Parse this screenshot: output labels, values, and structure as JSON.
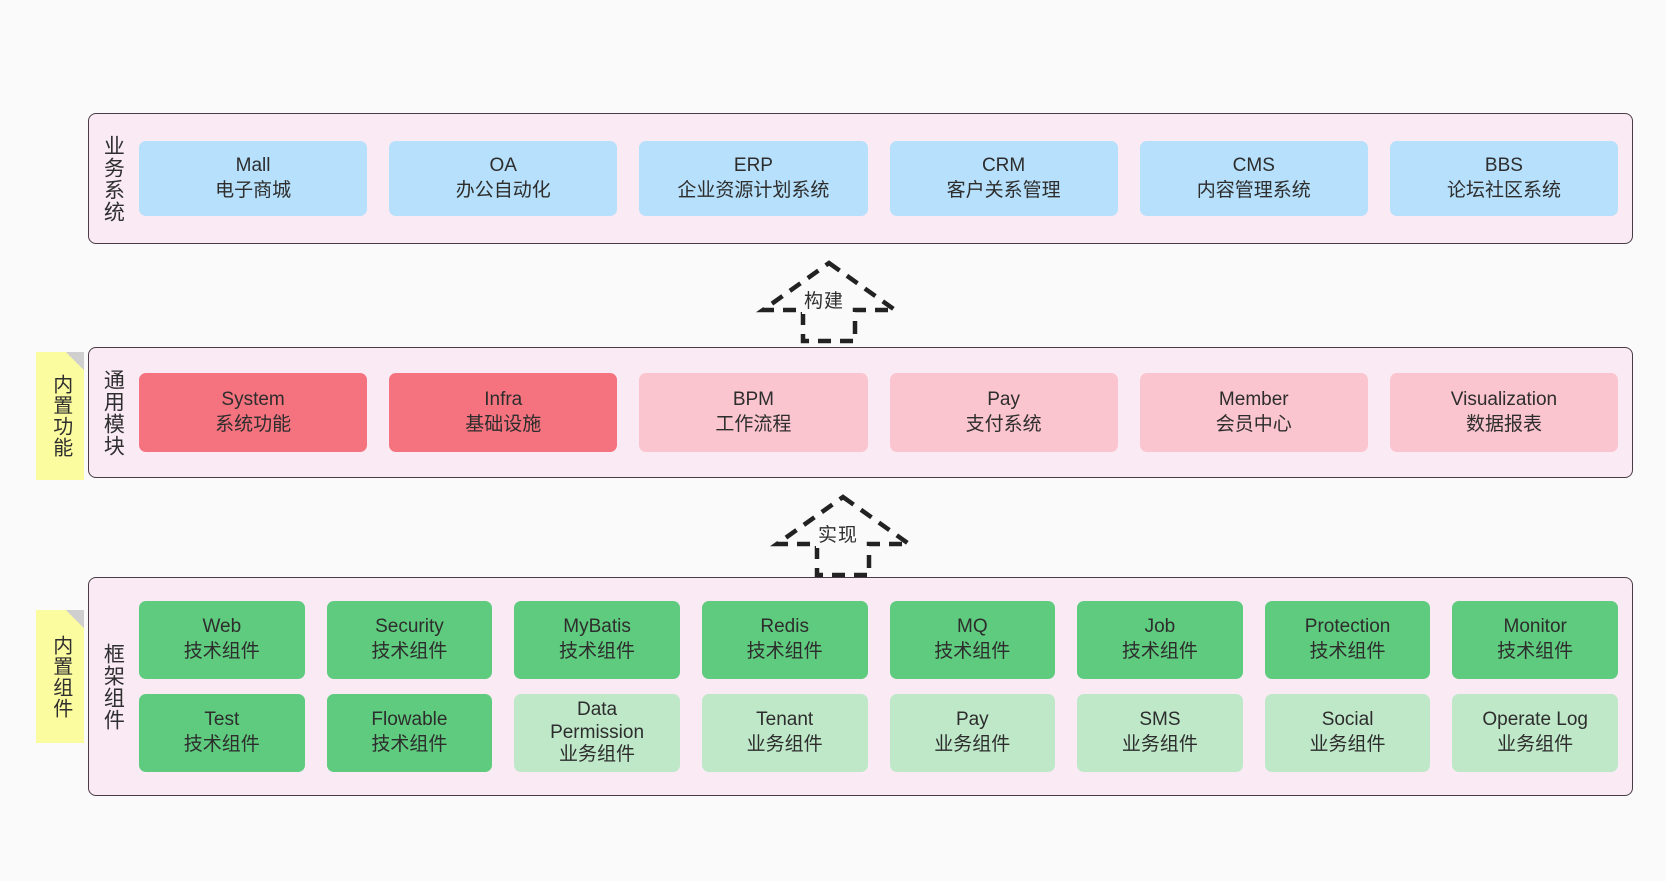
{
  "diagram": {
    "title": "",
    "background": "#fbfafa",
    "colors": {
      "layer_bg": "#f9eaf4",
      "layer_border": "#4a3b46",
      "business_card": "#b6e0fb",
      "module_strong": "#f5737f",
      "module_light": "#fbc5cf",
      "tech_component": "#5ecb7e",
      "biz_component": "#bfe8c9",
      "sticky_note": "#fbfba0",
      "connector": "#222222"
    }
  },
  "layers": [
    {
      "id": "business",
      "title": "业务系统",
      "rows": [
        [
          {
            "name": "Mall",
            "desc": "电子商城"
          },
          {
            "name": "OA",
            "desc": "办公自动化"
          },
          {
            "name": "ERP",
            "desc": "企业资源计划系统"
          },
          {
            "name": "CRM",
            "desc": "客户关系管理"
          },
          {
            "name": "CMS",
            "desc": "内容管理系统"
          },
          {
            "name": "BBS",
            "desc": "论坛社区系统"
          }
        ]
      ]
    },
    {
      "id": "common",
      "title": "通用模块",
      "rows": [
        [
          {
            "name": "System",
            "desc": "系统功能"
          },
          {
            "name": "Infra",
            "desc": "基础设施"
          },
          {
            "name": "BPM",
            "desc": "工作流程"
          },
          {
            "name": "Pay",
            "desc": "支付系统"
          },
          {
            "name": "Member",
            "desc": "会员中心"
          },
          {
            "name": "Visualization",
            "desc": "数据报表"
          }
        ]
      ]
    },
    {
      "id": "framework",
      "title": "框架组件",
      "rows": [
        [
          {
            "name": "Web",
            "desc": "技术组件"
          },
          {
            "name": "Security",
            "desc": "技术组件"
          },
          {
            "name": "MyBatis",
            "desc": "技术组件"
          },
          {
            "name": "Redis",
            "desc": "技术组件"
          },
          {
            "name": "MQ",
            "desc": "技术组件"
          },
          {
            "name": "Job",
            "desc": "技术组件"
          },
          {
            "name": "Protection",
            "desc": "技术组件"
          },
          {
            "name": "Monitor",
            "desc": "技术组件"
          }
        ],
        [
          {
            "name": "Test",
            "desc": "技术组件"
          },
          {
            "name": "Flowable",
            "desc": "技术组件"
          },
          {
            "name": "Data Permission",
            "desc": "业务组件"
          },
          {
            "name": "Tenant",
            "desc": "业务组件"
          },
          {
            "name": "Pay",
            "desc": "业务组件"
          },
          {
            "name": "SMS",
            "desc": "业务组件"
          },
          {
            "name": "Social",
            "desc": "业务组件"
          },
          {
            "name": "Operate Log",
            "desc": "业务组件"
          }
        ]
      ]
    }
  ],
  "sticky_notes": [
    {
      "id": "common",
      "label": "内置功能"
    },
    {
      "id": "framework",
      "label": "内置组件"
    }
  ],
  "connectors": [
    {
      "id": "build",
      "label": "构建",
      "from": "通用模块",
      "to": "业务系统"
    },
    {
      "id": "implement",
      "label": "实现",
      "from": "框架组件",
      "to": "通用模块"
    }
  ]
}
